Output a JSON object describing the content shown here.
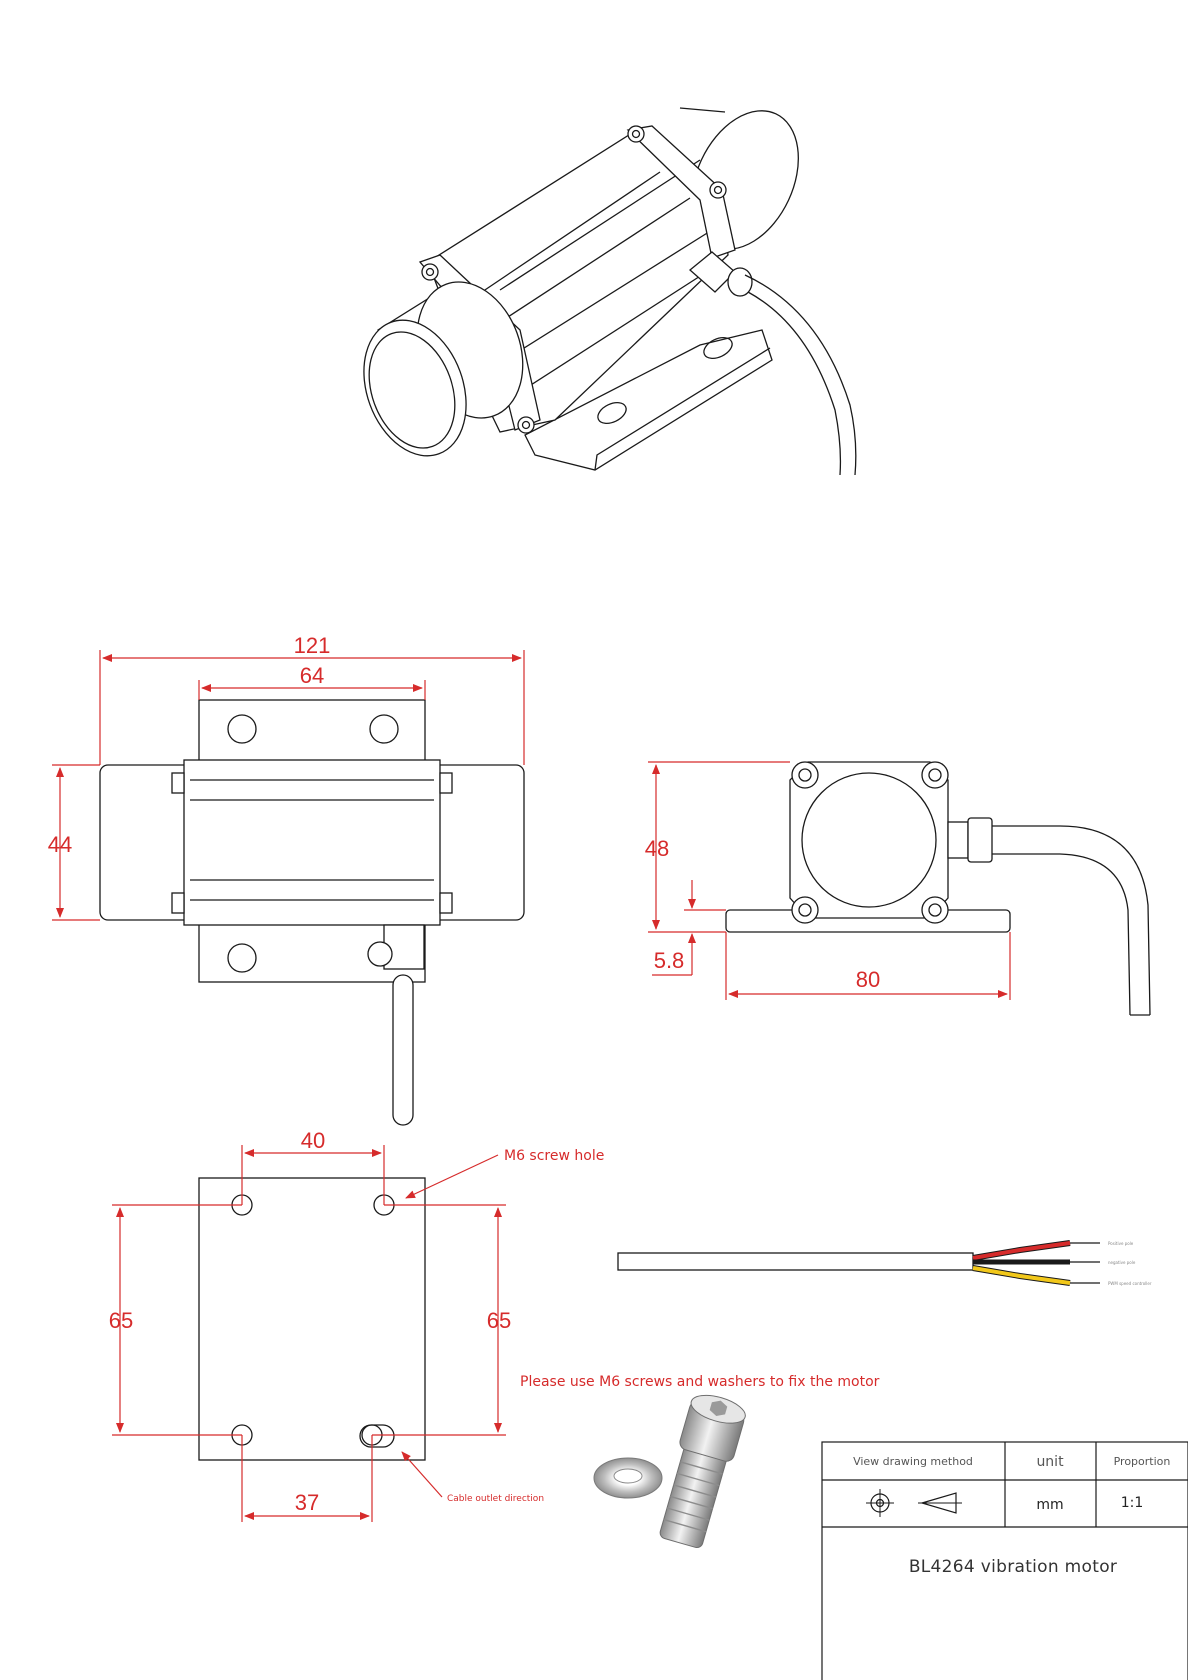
{
  "dimensions": {
    "top_view": {
      "overall_length": "121",
      "bracket_width": "64",
      "body_height": "44"
    },
    "side_view": {
      "height": "48",
      "base_thickness": "5.8",
      "base_length": "80"
    },
    "bracket_view": {
      "hole_spacing_top": "40",
      "hole_spacing_left": "65",
      "hole_spacing_right": "65",
      "cable_offset": "37"
    }
  },
  "annotations": {
    "screw_hole": "M6 screw hole",
    "mounting_instruction": "Please use M6 screws and washers to fix the motor",
    "cable_direction": "Cable outlet direction"
  },
  "wire_labels": [
    "Positive pole",
    "negative pole",
    "PWM speed controller"
  ],
  "title_block": {
    "view_method_label": "View drawing method",
    "unit_label": "unit",
    "proportion_label": "Proportion",
    "unit_value": "mm",
    "proportion_value": "1:1",
    "title": "BL4264 vibration motor"
  },
  "colors": {
    "dimension": "#d62b2b",
    "outline": "#1a1a1a",
    "wire_red": "#d62b2b",
    "wire_black": "#1a1a1a",
    "wire_yellow": "#f2c81a"
  },
  "icons": [
    "first-angle-projection-icon",
    "screw-icon",
    "washer-icon"
  ]
}
